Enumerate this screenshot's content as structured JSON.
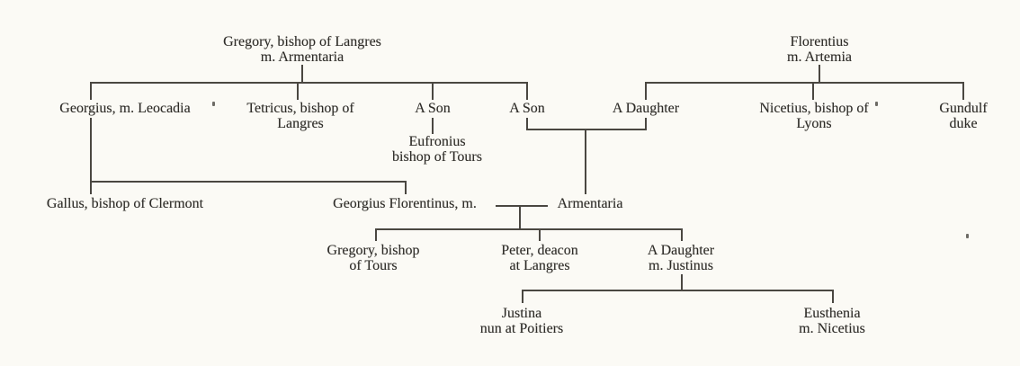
{
  "colors": {
    "ink": "#2e2c28",
    "line": "#4a4741",
    "paper": "#fbfaf5"
  },
  "nodes": {
    "gregory_langres": {
      "line1": "Gregory, bishop of Langres",
      "line2": "m. Armentaria"
    },
    "florentius": {
      "line1": "Florentius",
      "line2": "m. Artemia"
    },
    "georgius": {
      "line1": "Georgius, m. Leocadia"
    },
    "tetricus": {
      "line1": "Tetricus, bishop of",
      "line2": "Langres"
    },
    "a_son_1": {
      "line1": "A Son"
    },
    "eufronius": {
      "line1": "Eufronius",
      "line2": "bishop of Tours"
    },
    "a_son_2": {
      "line1": "A Son"
    },
    "a_daughter_1": {
      "line1": "A Daughter"
    },
    "nicetius": {
      "line1": "Nicetius, bishop of",
      "line2": "Lyons"
    },
    "gundulf": {
      "line1": "Gundulf",
      "line2": "duke"
    },
    "gallus": {
      "line1": "Gallus, bishop of Clermont"
    },
    "georgius_florentinus": {
      "line1": "Georgius Florentinus, m."
    },
    "armentaria": {
      "line1": "Armentaria"
    },
    "gregory_tours": {
      "line1": "Gregory, bishop",
      "line2": "of Tours"
    },
    "peter": {
      "line1": "Peter, deacon",
      "line2": "at Langres"
    },
    "a_daughter_2": {
      "line1": "A Daughter",
      "line2": "m. Justinus"
    },
    "justina": {
      "line1": "Justina",
      "line2": "nun at Poitiers"
    },
    "eusthenia": {
      "line1": "Eusthenia",
      "line2": "m. Nicetius"
    }
  }
}
